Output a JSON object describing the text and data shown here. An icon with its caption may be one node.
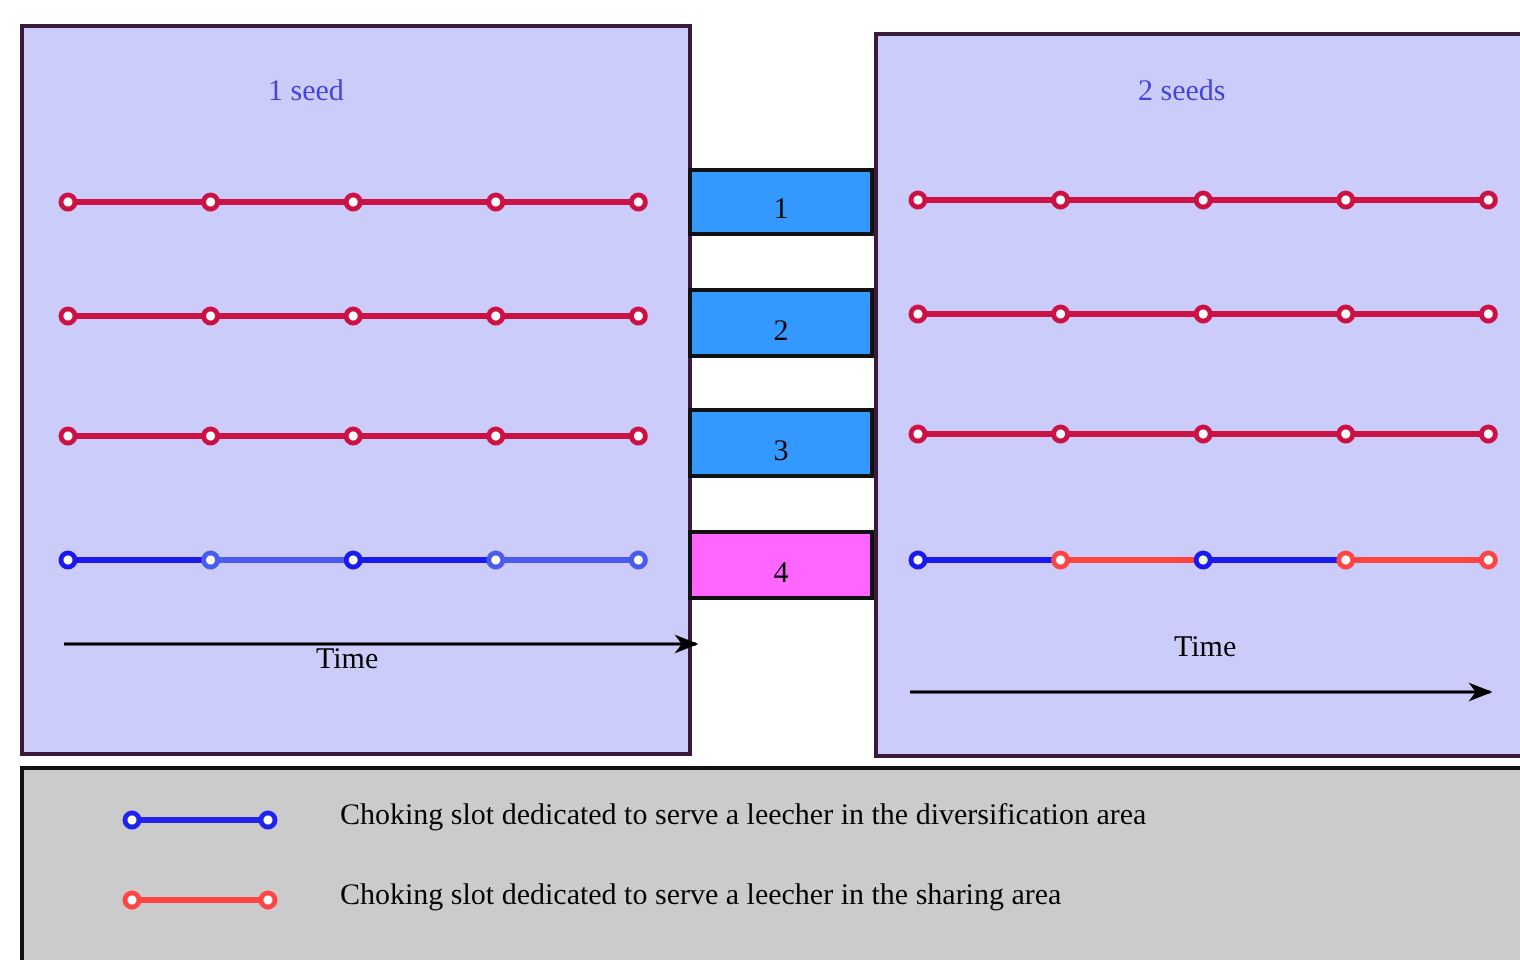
{
  "diagram": {
    "nodes": [
      {
        "text": [
          "1 seed",
          "Time"
        ]
      },
      {
        "text": [
          "1"
        ]
      },
      {
        "text": [
          "2"
        ]
      },
      {
        "text": [
          "3"
        ]
      },
      {
        "text": [
          "4"
        ]
      },
      {
        "text": [
          "2 seeds",
          "Time"
        ]
      }
    ],
    "legend": [
      {
        "text": "Choking slot dedicated to serve a leecher in the diversification area"
      },
      {
        "text": "Choking slot dedicated to serve a leecher in the sharing area"
      }
    ]
  }
}
